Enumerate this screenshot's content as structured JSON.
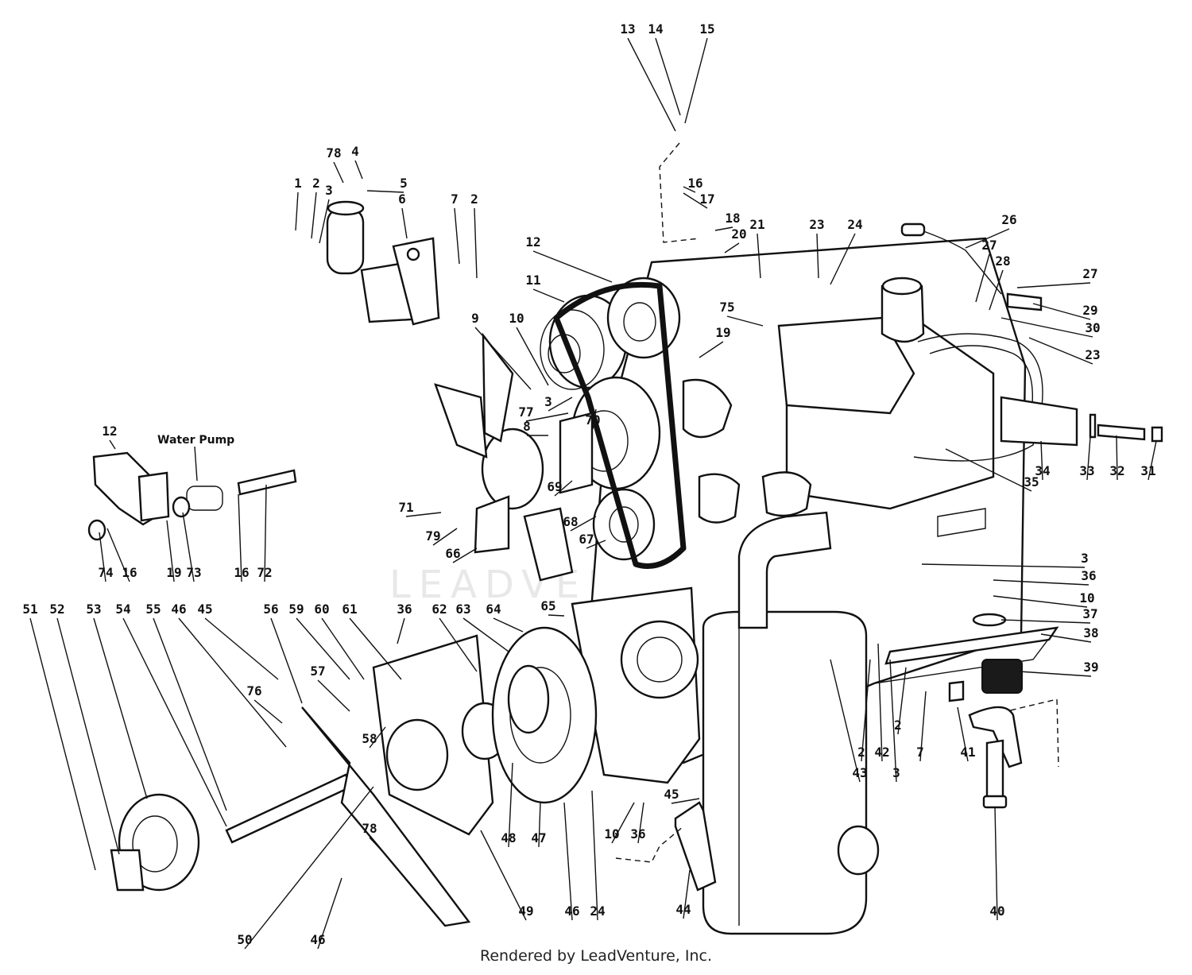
{
  "diagram": {
    "captions": [
      {
        "id": "water-pump",
        "text": "Water Pump"
      }
    ],
    "watermark": "LEADVENTURE",
    "footer": "Rendered by LeadVenture, Inc.",
    "callouts": [
      "13",
      "14",
      "15",
      "16",
      "17",
      "78",
      "4",
      "5",
      "1",
      "2",
      "3",
      "6",
      "7",
      "2",
      "18",
      "20",
      "21",
      "23",
      "24",
      "26",
      "27",
      "28",
      "27",
      "29",
      "30",
      "23",
      "12",
      "11",
      "9",
      "10",
      "19",
      "75",
      "3",
      "77",
      "70",
      "8",
      "69",
      "68",
      "67",
      "71",
      "79",
      "66",
      "12",
      "74",
      "16",
      "19",
      "73",
      "16",
      "72",
      "34",
      "33",
      "32",
      "31",
      "35",
      "3",
      "36",
      "10",
      "37",
      "38",
      "39",
      "51",
      "52",
      "53",
      "54",
      "55",
      "46",
      "45",
      "56",
      "59",
      "60",
      "61",
      "36",
      "62",
      "63",
      "64",
      "65",
      "76",
      "57",
      "58",
      "48",
      "47",
      "46",
      "24",
      "49",
      "50",
      "78",
      "46",
      "10",
      "36",
      "45",
      "44",
      "2",
      "42",
      "3",
      "43",
      "2",
      "7",
      "41",
      "40"
    ]
  }
}
